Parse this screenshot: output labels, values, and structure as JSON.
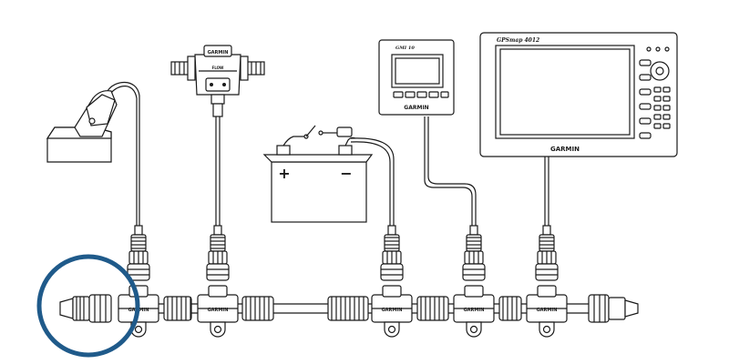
{
  "diagram": {
    "brand_text": "GARMIN",
    "chartplotter_model": "GPSmap 4012",
    "instrument_model": "GMI 10",
    "battery_positive": "+",
    "battery_negative": "−",
    "flow_label": "FLOW",
    "highlight_color": "#1f5a8a",
    "line_color": "#1a1a1a",
    "devices": [
      {
        "id": "transducer",
        "icon": "transducer-icon"
      },
      {
        "id": "flow-sensor",
        "icon": "fuel-flow-sensor-icon"
      },
      {
        "id": "battery",
        "icon": "battery-icon"
      },
      {
        "id": "gmi10",
        "icon": "instrument-display-icon"
      },
      {
        "id": "chartplotter",
        "icon": "chartplotter-icon"
      }
    ]
  }
}
